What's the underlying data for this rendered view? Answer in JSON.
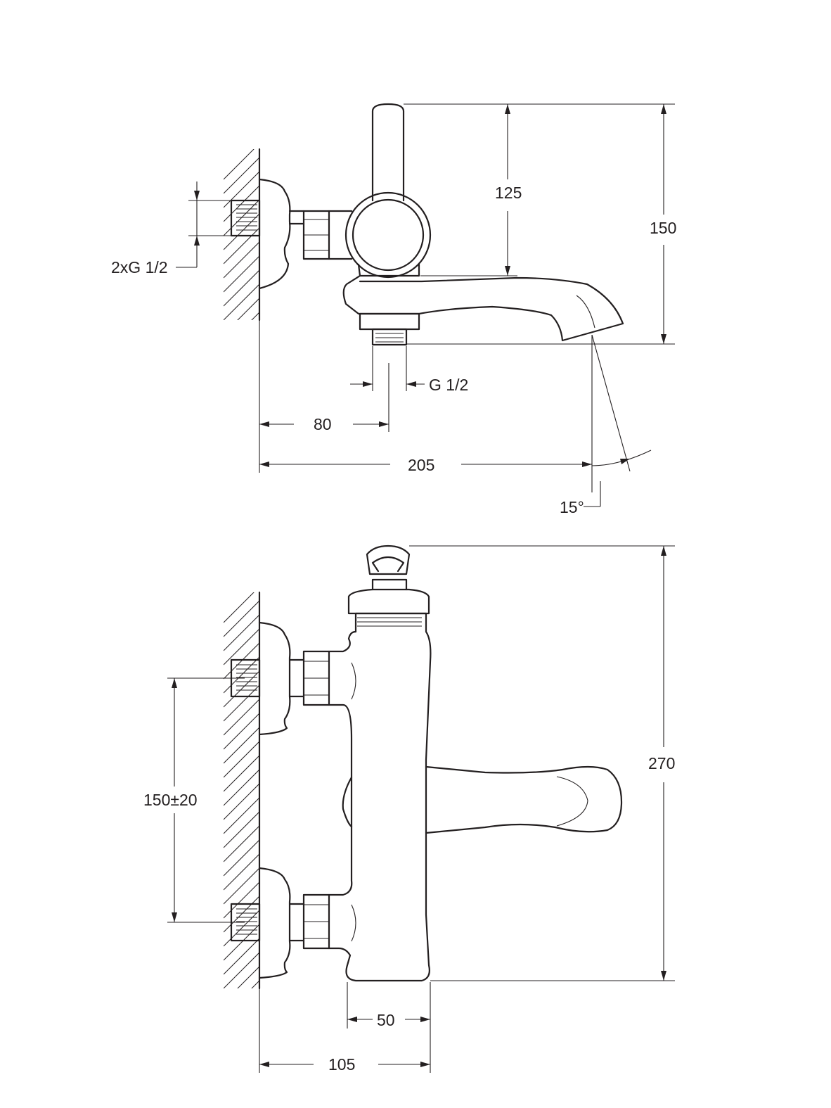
{
  "side_view": {
    "dimensions": {
      "inlet_thread": "2xG 1/2",
      "handle_height": "125",
      "total_height": "150",
      "outlet_thread": "G 1/2",
      "outlet_offset": "80",
      "spout_reach": "205",
      "spout_angle": "15°"
    }
  },
  "front_view": {
    "dimensions": {
      "total_height": "270",
      "inlet_spacing": "150±20",
      "body_width": "50",
      "total_depth": "105"
    }
  }
}
